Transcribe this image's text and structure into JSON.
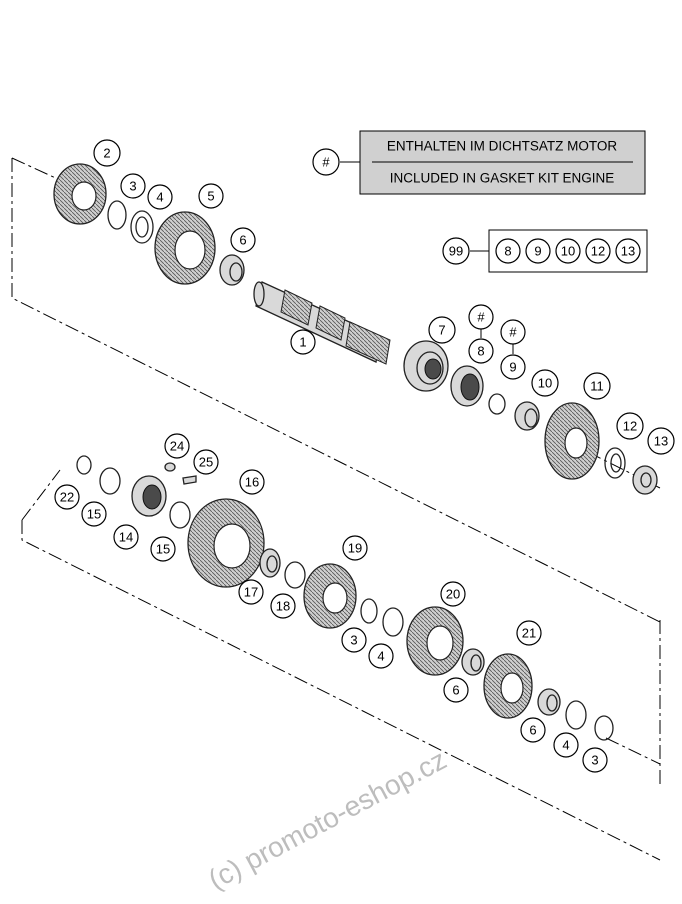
{
  "legend": {
    "symbol": "#",
    "line_de": "ENTHALTEN IM DICHTSATZ MOTOR",
    "line_en": "INCLUDED IN GASKET KIT ENGINE"
  },
  "kit": {
    "label": "99",
    "items": [
      "8",
      "9",
      "10",
      "12",
      "13"
    ]
  },
  "markers": {
    "m8": "#",
    "m9": "#"
  },
  "callouts": {
    "c1": "1",
    "c2": "2",
    "c3a": "3",
    "c4a": "4",
    "c5": "5",
    "c6a": "6",
    "c7": "7",
    "c8": "8",
    "c9": "9",
    "c10": "10",
    "c11": "11",
    "c12": "12",
    "c13": "13",
    "c14": "14",
    "c15a": "15",
    "c15b": "15",
    "c16": "16",
    "c17": "17",
    "c18": "18",
    "c19": "19",
    "c20": "20",
    "c21": "21",
    "c22": "22",
    "c24": "24",
    "c25": "25",
    "c3b": "3",
    "c4b": "4",
    "c6b": "6",
    "c6c": "6",
    "c4c": "4",
    "c3c": "3"
  },
  "watermark": "(c) promoto-eshop.cz"
}
